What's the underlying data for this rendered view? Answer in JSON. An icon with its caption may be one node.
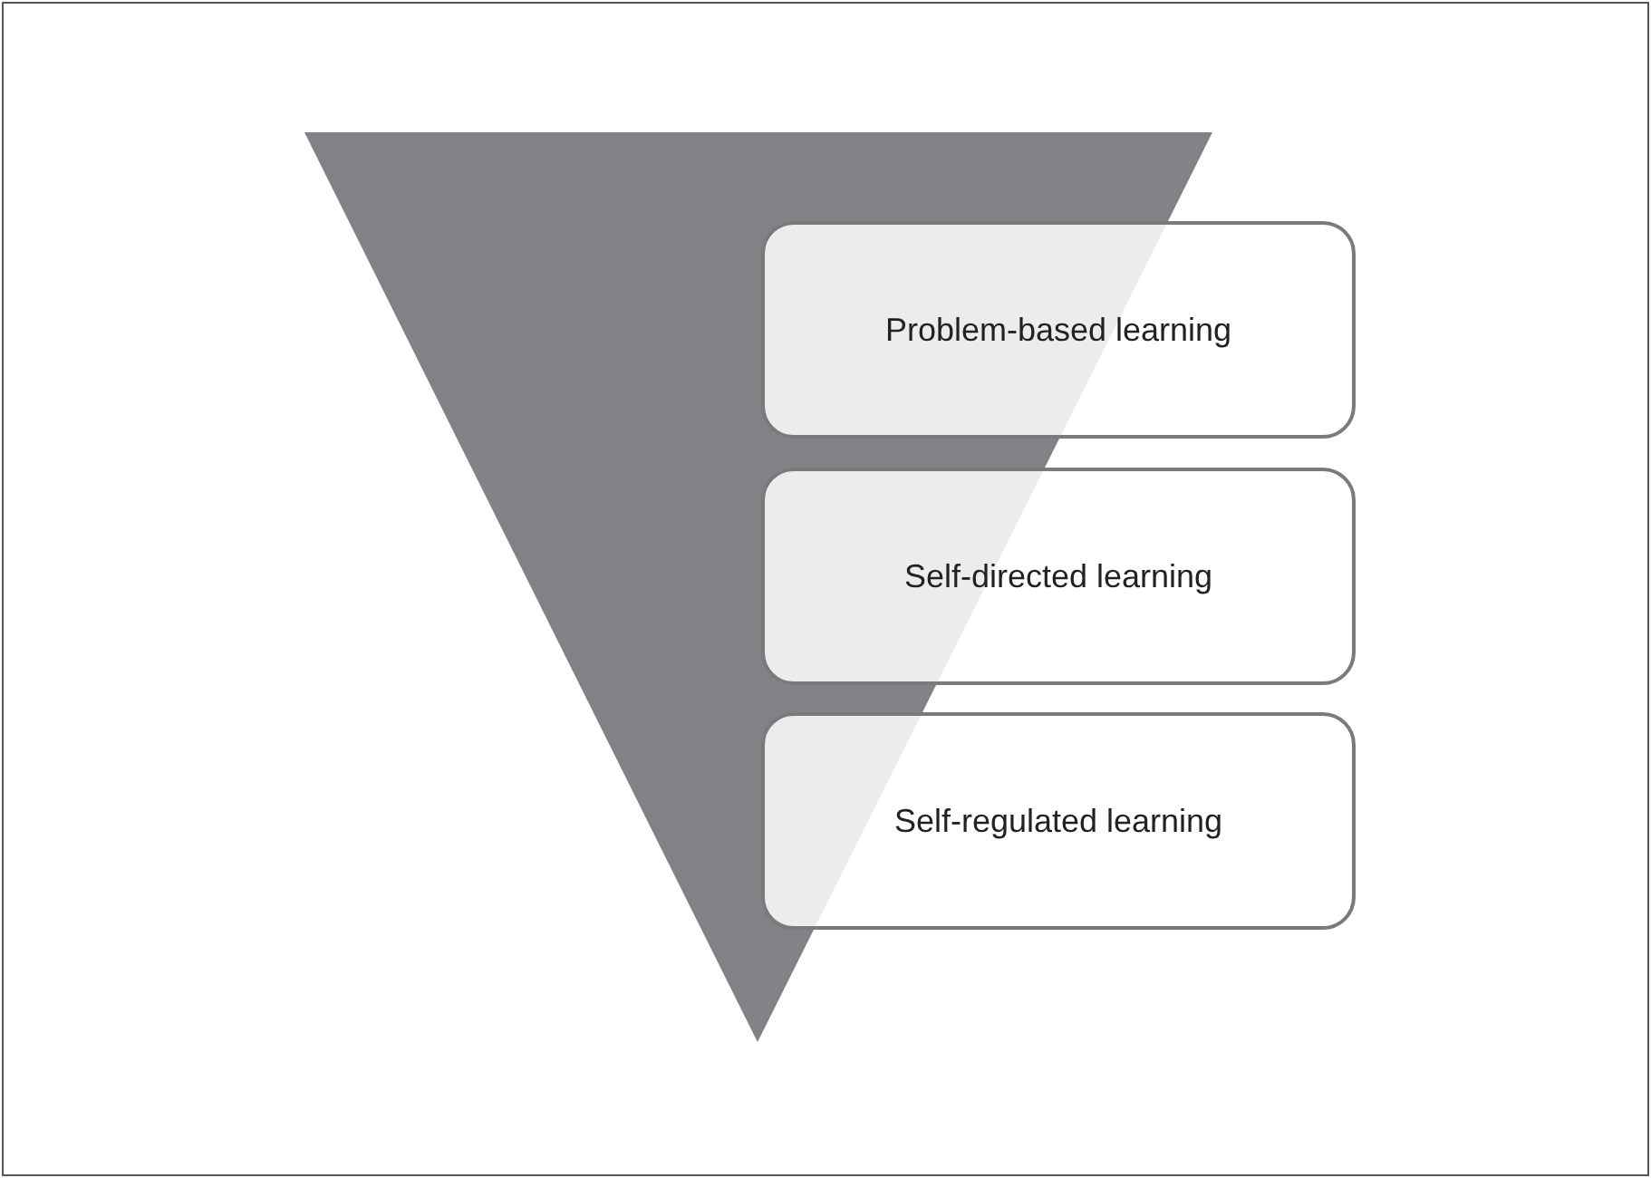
{
  "diagram": {
    "nodes": [
      {
        "text": [
          "Problem-based learning"
        ]
      },
      {
        "text": [
          "Self-directed learning"
        ]
      },
      {
        "text": [
          "Self-regulated learning"
        ]
      }
    ]
  }
}
